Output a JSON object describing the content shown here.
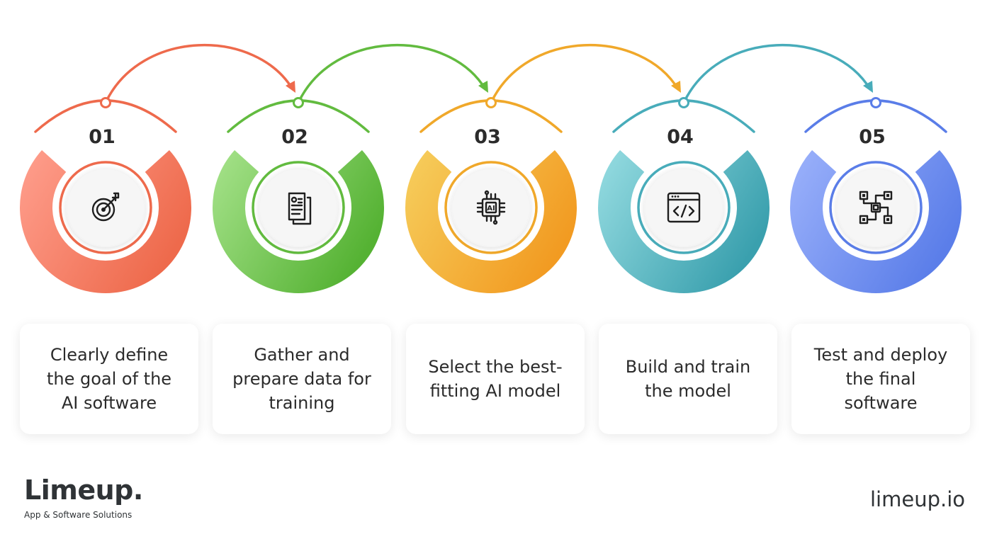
{
  "steps": [
    {
      "number": "01",
      "text": "Clearly define the goal of the AI software",
      "icon": "target-icon",
      "color": "#ee6a4c",
      "light": "#ff9f8e",
      "dark": "#ee6a4c"
    },
    {
      "number": "02",
      "text": "Gather and prepare data for training",
      "icon": "documents-icon",
      "color": "#62bb3f",
      "light": "#a7e38c",
      "dark": "#55b233"
    },
    {
      "number": "03",
      "text": "Select the best-fitting AI model",
      "icon": "ai-chip-icon",
      "color": "#f0a82a",
      "light": "#f6cf5e",
      "dark": "#f29b22"
    },
    {
      "number": "04",
      "text": "Build and train the model",
      "icon": "code-window-icon",
      "color": "#48acba",
      "light": "#97dde2",
      "dark": "#3aa0ae"
    },
    {
      "number": "05",
      "text": "Test and deploy the final software",
      "icon": "circuit-icon",
      "color": "#5a7de8",
      "light": "#9cb2fb",
      "dark": "#5b7ee9"
    }
  ],
  "brand": {
    "name": "Limeup.",
    "tagline": "App & Software Solutions",
    "website": "limeup.io"
  }
}
